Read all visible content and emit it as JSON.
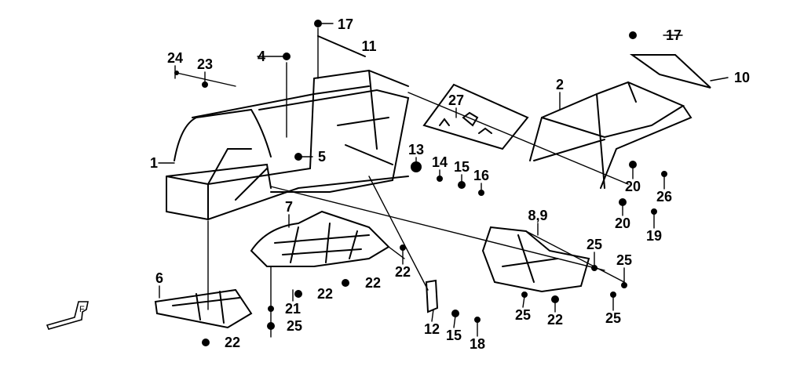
{
  "diagram": {
    "callouts": [
      {
        "id": "c17a",
        "text": "17"
      },
      {
        "id": "c11",
        "text": "11"
      },
      {
        "id": "c4",
        "text": "4"
      },
      {
        "id": "c24",
        "text": "24"
      },
      {
        "id": "c23",
        "text": "23"
      },
      {
        "id": "c2",
        "text": "2"
      },
      {
        "id": "c17b",
        "text": "17"
      },
      {
        "id": "c10",
        "text": "10"
      },
      {
        "id": "c27",
        "text": "27"
      },
      {
        "id": "c1",
        "text": "1"
      },
      {
        "id": "c5",
        "text": "5"
      },
      {
        "id": "c13",
        "text": "13"
      },
      {
        "id": "c14",
        "text": "14"
      },
      {
        "id": "c15a",
        "text": "15"
      },
      {
        "id": "c16",
        "text": "16"
      },
      {
        "id": "c20a",
        "text": "20"
      },
      {
        "id": "c26",
        "text": "26"
      },
      {
        "id": "c20b",
        "text": "20"
      },
      {
        "id": "c19",
        "text": "19"
      },
      {
        "id": "c89",
        "text": "8,9"
      },
      {
        "id": "c7",
        "text": "7"
      },
      {
        "id": "c25a",
        "text": "25"
      },
      {
        "id": "c25b",
        "text": "25"
      },
      {
        "id": "c22a",
        "text": "22"
      },
      {
        "id": "c6",
        "text": "6"
      },
      {
        "id": "c22b",
        "text": "22"
      },
      {
        "id": "c22c",
        "text": "22"
      },
      {
        "id": "c21",
        "text": "21"
      },
      {
        "id": "c25c",
        "text": "25"
      },
      {
        "id": "c22d",
        "text": "22"
      },
      {
        "id": "c12",
        "text": "12"
      },
      {
        "id": "c15b",
        "text": "15"
      },
      {
        "id": "c18",
        "text": "18"
      },
      {
        "id": "c25d",
        "text": "25"
      },
      {
        "id": "c22e",
        "text": "22"
      },
      {
        "id": "c25e",
        "text": "25"
      }
    ],
    "direction_marker": "F",
    "line_color": "#000000",
    "background": "#ffffff"
  }
}
